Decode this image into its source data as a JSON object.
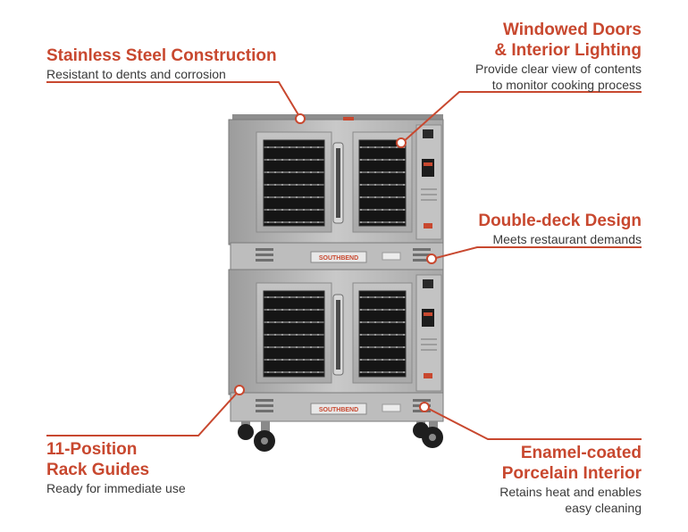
{
  "callouts": {
    "stainless": {
      "title": "Stainless Steel Construction",
      "desc": "Resistant to dents and corrosion"
    },
    "windowed": {
      "title": "Windowed Doors\n& Interior Lighting",
      "desc": "Provide clear view of contents\nto monitor cooking process"
    },
    "double_deck": {
      "title": "Double-deck Design",
      "desc": "Meets restaurant demands"
    },
    "rack_guides": {
      "title": "11-Position\nRack Guides",
      "desc": "Ready for immediate use"
    },
    "enamel": {
      "title": "Enamel-coated\nPorcelain Interior",
      "desc": "Retains heat and enables\neasy cleaning"
    }
  },
  "product": {
    "brand_upper": "SOUTHBEND",
    "brand_lower": "SOUTHBEND"
  },
  "colors": {
    "accent": "#c8482f",
    "text": "#3a3a3a",
    "steel": "#b9b9b9"
  }
}
